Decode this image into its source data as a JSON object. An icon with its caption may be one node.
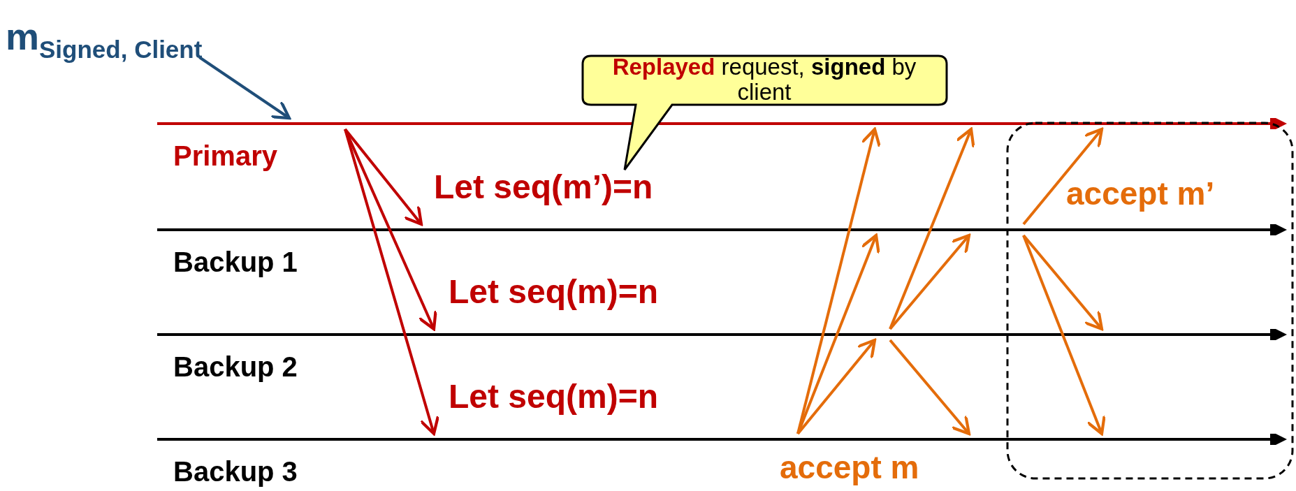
{
  "diagram": {
    "nodes": [
      {
        "text": [
          "m$_{Signed, Client}$"
        ]
      },
      {
        "text": [
          "**Replayed** request, **signed** by client"
        ]
      },
      {
        "text": [],
        "shape": "bar",
        "beside": [
          "Primary"
        ]
      },
      {
        "text": [],
        "shape": "bar",
        "beside": [
          "Backup 1"
        ]
      },
      {
        "text": [],
        "shape": "bar",
        "beside": [
          "Backup 2"
        ]
      },
      {
        "text": [],
        "shape": "bar",
        "beside": [
          "Backup 3"
        ]
      }
    ],
    "edges": [
      {
        "from": 0,
        "to": 2,
        "arrow": "to",
        "color": "#1f4e79"
      },
      {
        "from": 2,
        "to": 3,
        "arrow": "to",
        "color": "#c00000",
        "label": "Let seq(m’)=n"
      },
      {
        "from": 2,
        "to": 4,
        "arrow": "to",
        "color": "#c00000",
        "label": "Let seq(m)=n"
      },
      {
        "from": 2,
        "to": 5,
        "arrow": "to",
        "color": "#c00000",
        "label": "Let seq(m)=n"
      },
      {
        "from": 5,
        "to": 2,
        "arrow": "to",
        "color": "#e46c0a"
      },
      {
        "from": 5,
        "to": 3,
        "arrow": "to",
        "color": "#e46c0a"
      },
      {
        "from": 5,
        "to": 4,
        "arrow": "to",
        "color": "#e46c0a"
      },
      {
        "from": 4,
        "to": 2,
        "arrow": "to",
        "color": "#e46c0a"
      },
      {
        "from": 4,
        "to": 3,
        "arrow": "to",
        "color": "#e46c0a"
      },
      {
        "from": 4,
        "to": 5,
        "arrow": "to",
        "color": "#e46c0a"
      },
      {
        "from": 3,
        "to": 2,
        "arrow": "to",
        "color": "#e46c0a"
      },
      {
        "from": 3,
        "to": 4,
        "arrow": "to",
        "color": "#e46c0a"
      },
      {
        "from": 3,
        "to": 5,
        "arrow": "to",
        "color": "#e46c0a"
      }
    ],
    "labels": [
      "accept m’",
      "accept m"
    ]
  }
}
